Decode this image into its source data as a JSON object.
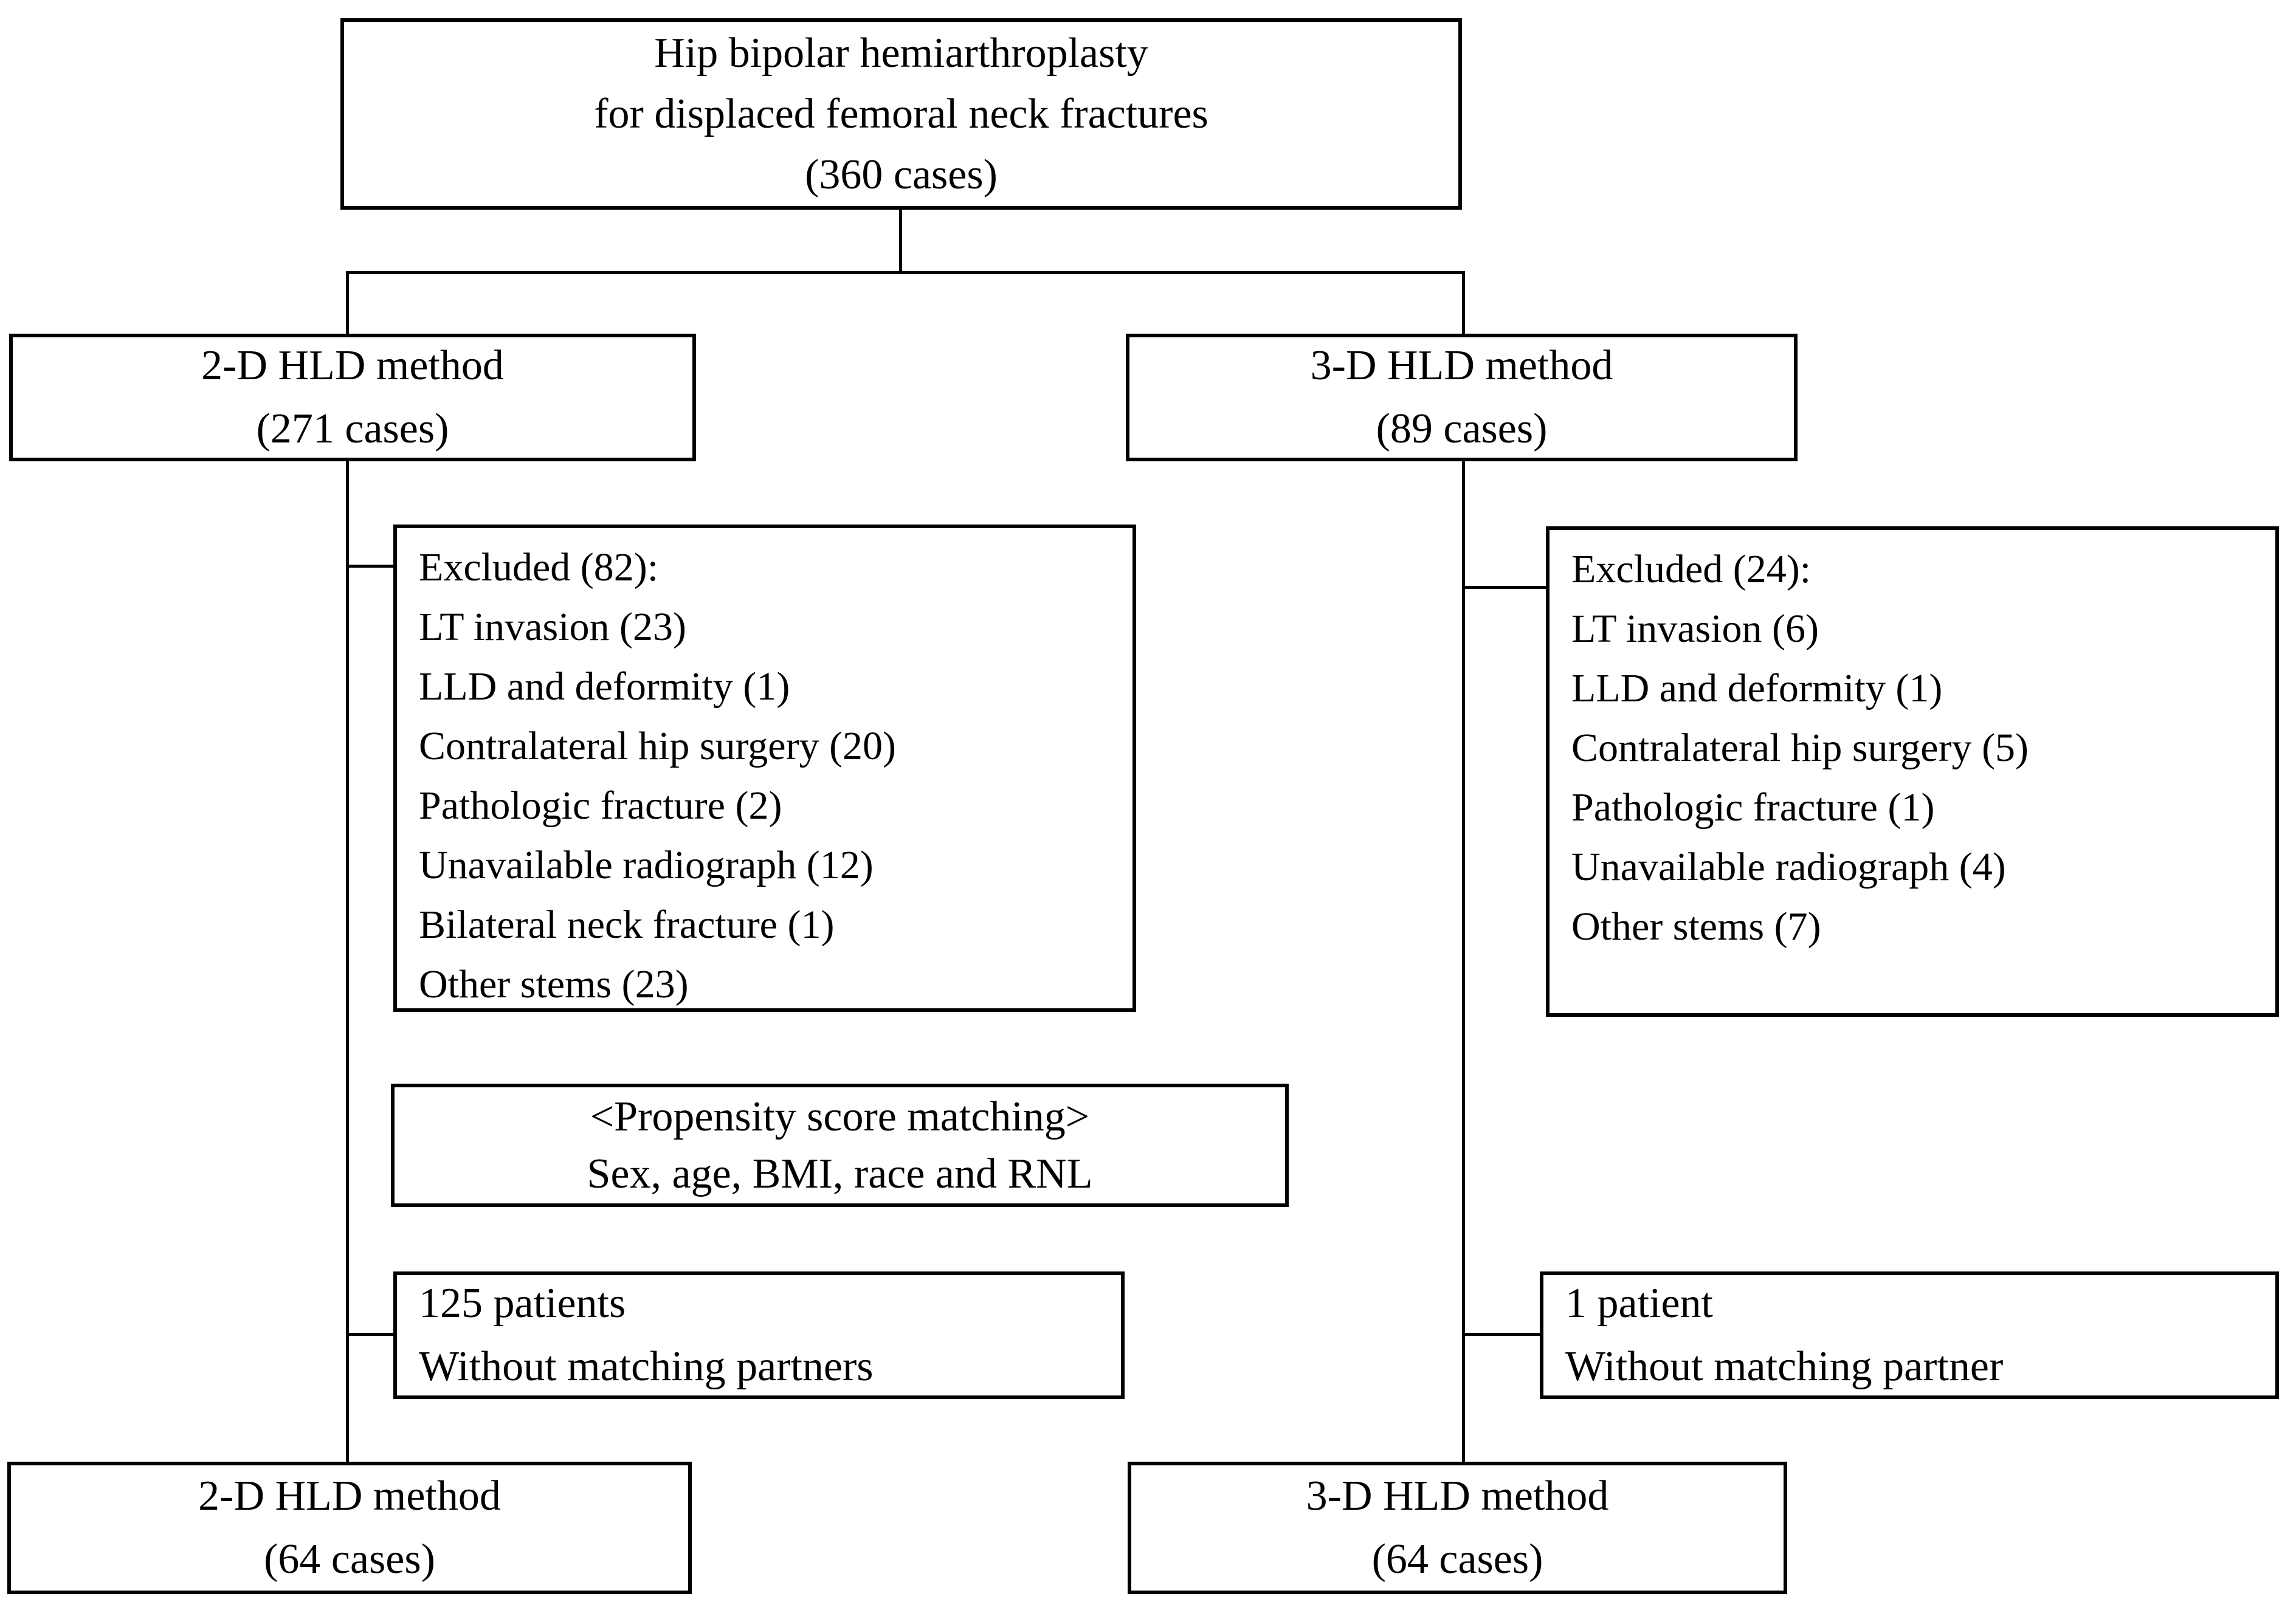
{
  "diagram": {
    "enrollment": {
      "lines": [
        "Hip bipolar hemiarthroplasty",
        "for displaced femoral neck fractures",
        "(360 cases)"
      ]
    },
    "method_2d": {
      "lines": [
        "2-D HLD method",
        "(271 cases)"
      ]
    },
    "method_3d": {
      "lines": [
        "3-D HLD method",
        "(89 cases)"
      ]
    },
    "excluded_2d": {
      "lines": [
        "Excluded (82):",
        "LT invasion (23)",
        "LLD and deformity (1)",
        "Contralateral hip surgery (20)",
        "Pathologic fracture (2)",
        "Unavailable radiograph (12)",
        "Bilateral neck fracture (1)",
        "Other stems (23)"
      ]
    },
    "excluded_3d": {
      "lines": [
        "Excluded (24):",
        "LT invasion (6)",
        "LLD and deformity (1)",
        "Contralateral hip surgery (5)",
        "Pathologic fracture (1)",
        "Unavailable radiograph (4)",
        "Other stems (7)"
      ]
    },
    "matching": {
      "lines": [
        "<Propensity score matching>",
        "Sex, age, BMI, race and RNL"
      ]
    },
    "unmatched_2d": {
      "lines": [
        "125 patients",
        "Without matching partners"
      ]
    },
    "unmatched_3d": {
      "lines": [
        "1 patient",
        "Without matching partner"
      ]
    },
    "final_2d": {
      "lines": [
        "2-D HLD method",
        "(64 cases)"
      ]
    },
    "final_3d": {
      "lines": [
        "3-D HLD method",
        "(64 cases)"
      ]
    }
  },
  "colors": {
    "background": "#ffffff",
    "box_border": "#000000",
    "connector_line": "#000000",
    "text": "#000000"
  }
}
